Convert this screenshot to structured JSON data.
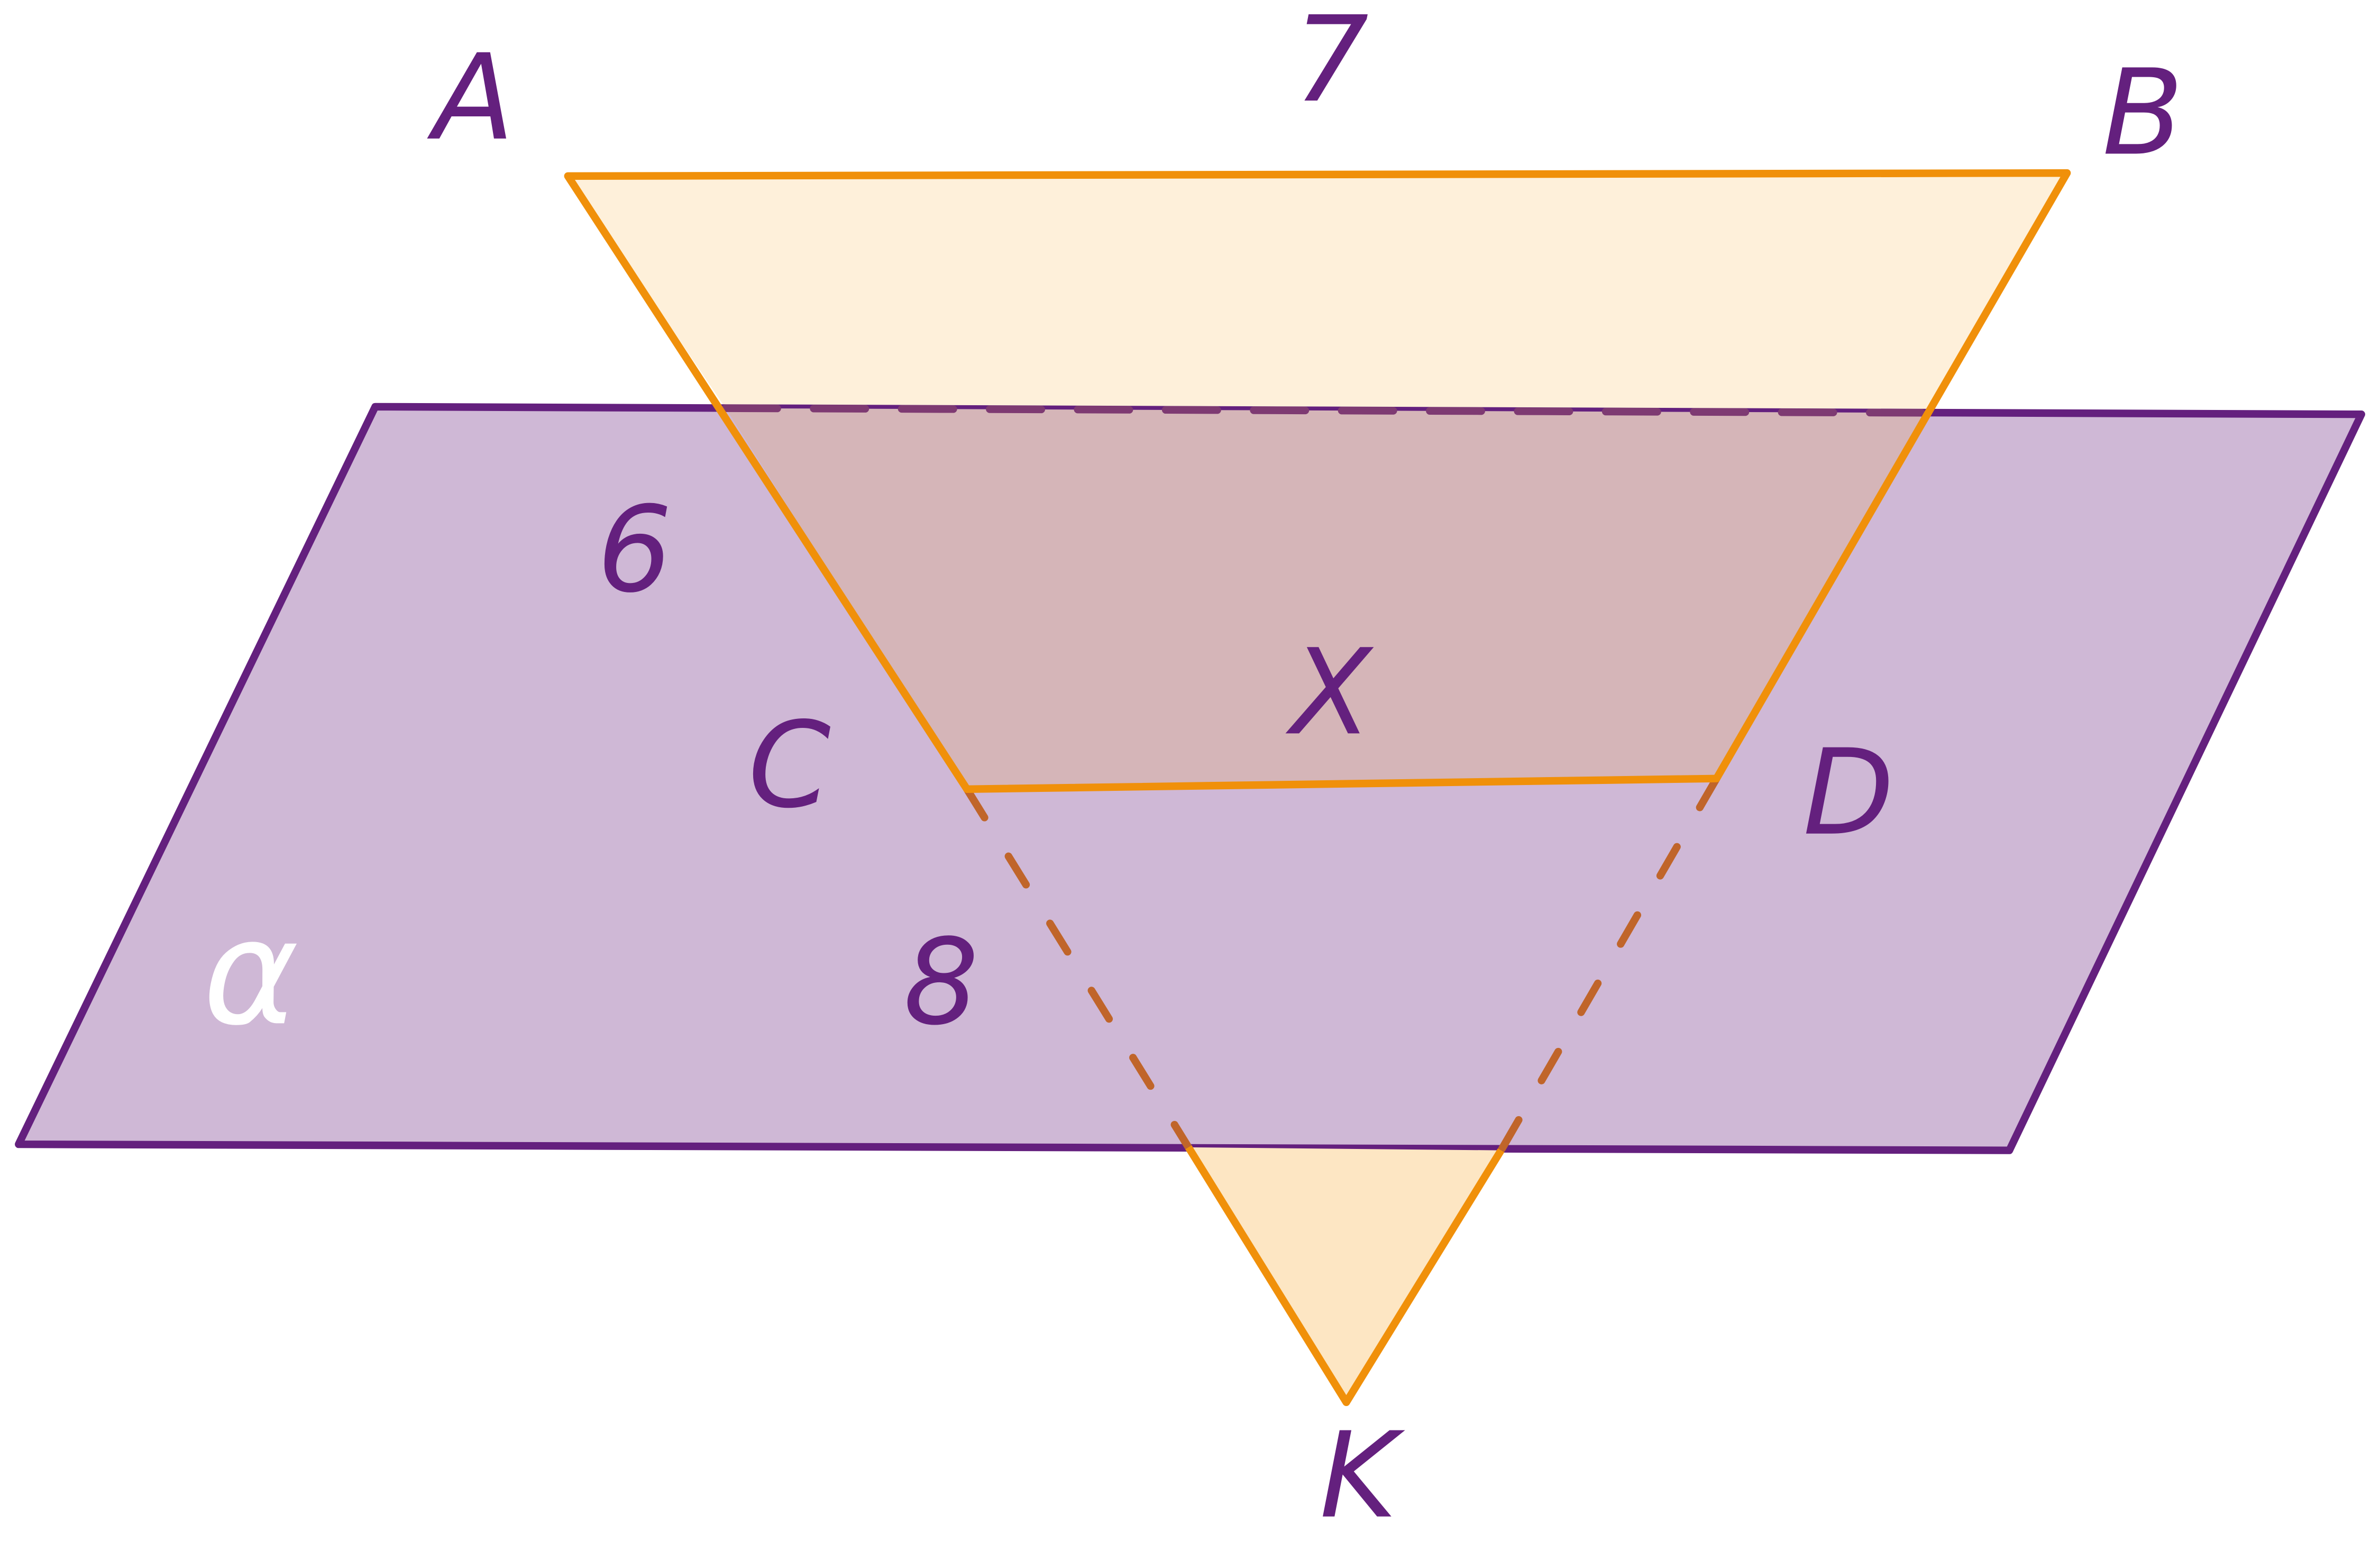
{
  "labels": {
    "A": "A",
    "B": "B",
    "K": "K",
    "C": "C",
    "D": "D",
    "X": "X",
    "n6": "6",
    "n7": "7",
    "n8": "8",
    "alpha": "α"
  },
  "colors": {
    "plane_fill": "#CFB8D6",
    "plane_stroke": "#64207E",
    "triangle_stroke": "#F0900A",
    "triangle_top_fill": "#FEF0DA",
    "overlap_fill": "#D5B5B8",
    "triangle_bottom_fill": "#FDE6C3",
    "hidden_edge": "#C0652A",
    "hidden_plane_edge": "#7E3A72"
  }
}
